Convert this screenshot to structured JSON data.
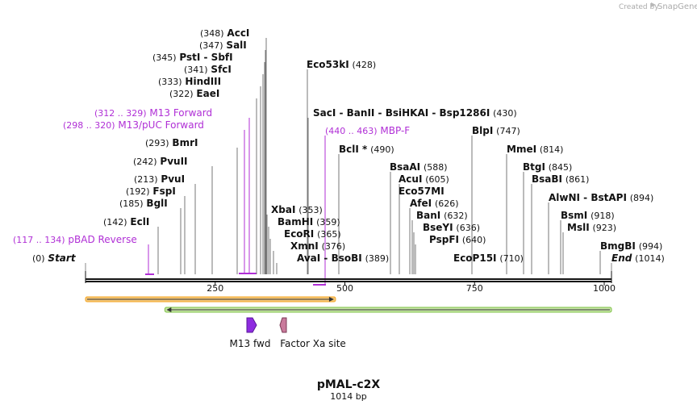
{
  "credit": {
    "prefix": "Created by",
    "brand": "SnapGene"
  },
  "plasmid": {
    "name": "pMAL-c2X",
    "length_label": "1014 bp",
    "length": 1014
  },
  "axis": {
    "ticks": [
      250,
      500,
      750,
      1000
    ]
  },
  "colors": {
    "primer": "#b02fd6",
    "orange_feature": "#f5a623",
    "green_feature": "#7cc043",
    "m13_fwd": "#8e2be0",
    "factor_xa": "#c97a9b"
  },
  "enzymes": [
    {
      "name": "Start",
      "pos": "(0)",
      "bp": 0,
      "italic": true
    },
    {
      "name": "pBAD Reverse",
      "pos": "(117 .. 134)",
      "bp": 125,
      "primer": true
    },
    {
      "name": "EclI",
      "pos": "(142)",
      "bp": 142
    },
    {
      "name": "BglI",
      "pos": "(185)",
      "bp": 185
    },
    {
      "name": "FspI",
      "pos": "(192)",
      "bp": 192
    },
    {
      "name": "PvuI",
      "pos": "(213)",
      "bp": 213
    },
    {
      "name": "PvuII",
      "pos": "(242)",
      "bp": 242
    },
    {
      "name": "BmrI",
      "pos": "(293)",
      "bp": 293
    },
    {
      "name": "M13/pUC Forward",
      "pos": "(298 .. 320)",
      "bp": 309,
      "primer": true
    },
    {
      "name": "M13 Forward",
      "pos": "(312 .. 329)",
      "bp": 320,
      "primer": true
    },
    {
      "name": "EaeI",
      "pos": "(322)",
      "bp": 322
    },
    {
      "name": "HindIII",
      "pos": "(333)",
      "bp": 333
    },
    {
      "name": "SfcI",
      "pos": "(341)",
      "bp": 341
    },
    {
      "name": "PstI - SbfI",
      "pos": "(345)",
      "bp": 345
    },
    {
      "name": "SalI",
      "pos": "(347)",
      "bp": 347
    },
    {
      "name": "AccI",
      "pos": "(348)",
      "bp": 348
    },
    {
      "name": "XbaI",
      "pos": "(353)",
      "bp": 353
    },
    {
      "name": "BamHI",
      "pos": "(359)",
      "bp": 359
    },
    {
      "name": "EcoRI",
      "pos": "(365)",
      "bp": 365
    },
    {
      "name": "XmnI",
      "pos": "(376)",
      "bp": 376
    },
    {
      "name": "AvaI - BsoBI",
      "pos": "(389)",
      "bp": 389
    },
    {
      "name": "Eco53kI",
      "pos": "(428)",
      "bp": 428
    },
    {
      "name": "SacI - BanII - BsiHKAI - Bsp1286I",
      "pos": "(430)",
      "bp": 430
    },
    {
      "name": "MBP-F",
      "pos": "(440 .. 463)",
      "bp": 450,
      "primer": true
    },
    {
      "name": "BclI *",
      "pos": "(490)",
      "bp": 490
    },
    {
      "name": "BsaAI",
      "pos": "(588)",
      "bp": 588
    },
    {
      "name": "AcuI",
      "pos": "(605)",
      "bp": 605
    },
    {
      "name": "Eco57MI",
      "pos": "",
      "bp": 605
    },
    {
      "name": "AfeI",
      "pos": "(626)",
      "bp": 626
    },
    {
      "name": "BanI",
      "pos": "(632)",
      "bp": 632
    },
    {
      "name": "BseYI",
      "pos": "(636)",
      "bp": 636
    },
    {
      "name": "PspFI",
      "pos": "(640)",
      "bp": 640
    },
    {
      "name": "EcoP15I",
      "pos": "(710)",
      "bp": 710
    },
    {
      "name": "BlpI",
      "pos": "(747)",
      "bp": 747
    },
    {
      "name": "MmeI",
      "pos": "(814)",
      "bp": 814
    },
    {
      "name": "BtgI",
      "pos": "(845)",
      "bp": 845
    },
    {
      "name": "BsaBI",
      "pos": "(861)",
      "bp": 861
    },
    {
      "name": "AlwNI - BstAPI",
      "pos": "(894)",
      "bp": 894
    },
    {
      "name": "BsmI",
      "pos": "(918)",
      "bp": 918
    },
    {
      "name": "MslI",
      "pos": "(923)",
      "bp": 923
    },
    {
      "name": "BmgBI",
      "pos": "(994)",
      "bp": 994
    },
    {
      "name": "End",
      "pos": "(1014)",
      "bp": 1014,
      "italic": true
    }
  ],
  "features": [
    {
      "name": "",
      "start": 0,
      "end": 482,
      "direction": "forward",
      "kind": "orange"
    },
    {
      "name": "",
      "start": 153,
      "end": 1014,
      "direction": "reverse",
      "kind": "green"
    },
    {
      "name": "M13 fwd",
      "bp": 320,
      "direction": "forward",
      "kind": "m13"
    },
    {
      "name": "Factor Xa site",
      "bp": 382,
      "direction": "reverse",
      "kind": "xa"
    }
  ]
}
